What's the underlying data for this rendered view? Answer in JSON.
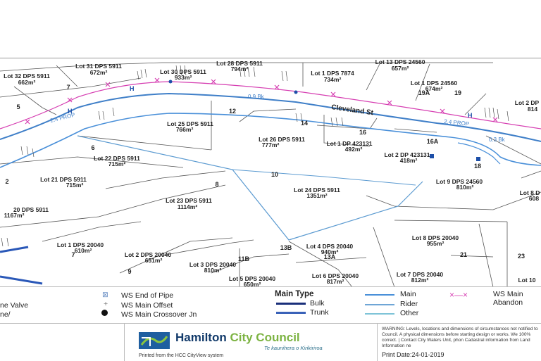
{
  "map": {
    "lots": [
      {
        "id": "lot31",
        "name": "Lot 31 DPS 5911",
        "area": "672m²"
      },
      {
        "id": "lot32",
        "name": "Lot 32 DPS 5911",
        "area": "662m²"
      },
      {
        "id": "lot28",
        "name": "Lot 28 DPS 5911",
        "area": "794m²"
      },
      {
        "id": "lot30",
        "name": "Lot 30 DPS 5911",
        "area": "933m²"
      },
      {
        "id": "lot1-7874",
        "name": "Lot 1 DPS 7874",
        "area": "734m²"
      },
      {
        "id": "lot13",
        "name": "Lot 13 DPS 24560",
        "area": "657m²"
      },
      {
        "id": "lot1-24560",
        "name": "Lot 1 DPS 24560",
        "area": "674m²"
      },
      {
        "id": "lot25",
        "name": "Lot 25 DPS 5911",
        "area": "766m²"
      },
      {
        "id": "lot26",
        "name": "Lot 26 DPS 5911",
        "area": "777m²"
      },
      {
        "id": "lot1-423131",
        "name": "Lot 1 DP 423131",
        "area": "492m²"
      },
      {
        "id": "lot2-423131",
        "name": "Lot 2 DP 423131",
        "area": "418m²"
      },
      {
        "id": "lot22",
        "name": "Lot 22 DPS 5911",
        "area": "715m²"
      },
      {
        "id": "lot21",
        "name": "Lot 21 DPS 5911",
        "area": "715m²"
      },
      {
        "id": "lot24",
        "name": "Lot 24 DPS 5911",
        "area": "1351m²"
      },
      {
        "id": "lot9",
        "name": "Lot 9 DPS 24560",
        "area": "810m²"
      },
      {
        "id": "lot23",
        "name": "Lot 23 DPS 5911",
        "area": "1114m²"
      },
      {
        "id": "lot20",
        "name": "20 DPS 5911",
        "area": "1167m²"
      },
      {
        "id": "lot1-20040",
        "name": "Lot 1 DPS 20040",
        "area": "610m²"
      },
      {
        "id": "lot2-20040",
        "name": "Lot 2 DPS 20040",
        "area": "651m²"
      },
      {
        "id": "lot3-20040",
        "name": "Lot 3 DPS 20040",
        "area": "810m²"
      },
      {
        "id": "lot4-20040",
        "name": "Lot 4 DPS 20040",
        "area": "940m²"
      },
      {
        "id": "lot5-20040",
        "name": "Lot 5 DPS 20040",
        "area": "650m²"
      },
      {
        "id": "lot6-20040",
        "name": "Lot 6 DPS 20040",
        "area": "817m²"
      },
      {
        "id": "lot7-20040",
        "name": "Lot 7 DPS 20040",
        "area": "812m²"
      },
      {
        "id": "lot8-20040",
        "name": "Lot 8 DPS 20040",
        "area": "955m²"
      }
    ],
    "edge_lots": {
      "lot2-right": "Lot 2 DP",
      "lot2-right-area": "814",
      "lot8-right": "Lot 8 D",
      "lot8-right-area": "608",
      "lot10-right": "Lot 10"
    },
    "house_numbers": [
      "7",
      "5",
      "12",
      "14",
      "16",
      "16A",
      "19A",
      "19",
      "6",
      "10",
      "8",
      "2",
      "13B",
      "13A",
      "11B",
      "9",
      "7",
      "21",
      "23",
      "18"
    ],
    "street_name": "Cleveland St",
    "pipe_labels": {
      "prop_left": "2.4 PROP",
      "prop_right": "2.4 PROP",
      "bk_top": "0.9 Bk",
      "bk_right": "0.3 Bk"
    }
  },
  "legend": {
    "col1": [
      "ne Valve",
      "ne/"
    ],
    "col2": [
      "WS End of Pipe",
      "WS Main Offset",
      "WS Main Crossover Jn"
    ],
    "main_type_title": "Main Type",
    "main_type": [
      "Bulk",
      "Trunk"
    ],
    "main_class": [
      "Main",
      "Rider",
      "Other"
    ],
    "abandoned": [
      "WS Main",
      "Abandon"
    ],
    "colors": {
      "bulk": "#1a2f7a",
      "trunk": "#3a62b8",
      "main": "#4a90d9",
      "rider": "#6fa6d6",
      "other": "#7fc4d8",
      "abandoned": "#d63fb2"
    }
  },
  "footer": {
    "council_name_1": "Hamilton",
    "council_name_2": "City Council",
    "council_sub": "Te kaunihera o Kirikiriroa",
    "printed_from": "Printed from the HCC CityView system",
    "warning": "WARNING: Levels, locations and dimensions of circumstances not notified to Council. A physical dimensions before starting design or works. We 100% correct. | Contact City Waters Unit, phon Cadastral information from Land Information ne",
    "print_date": "Print Date:24-01-2019"
  }
}
